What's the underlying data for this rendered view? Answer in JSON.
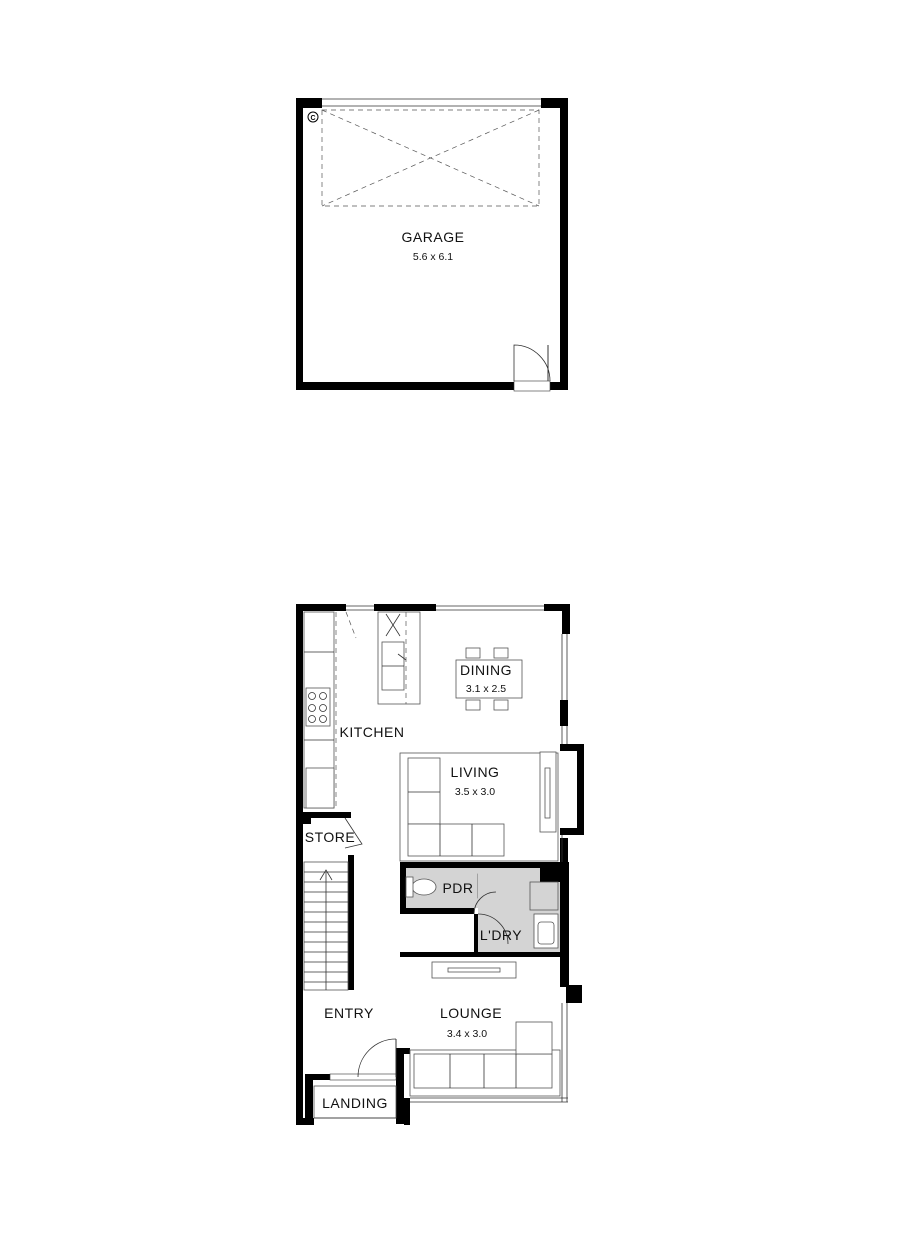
{
  "garage": {
    "name": "GARAGE",
    "size": "5.6 x 6.1",
    "marker": "C"
  },
  "rooms": {
    "dining": {
      "name": "DINING",
      "size": "3.1 x 2.5"
    },
    "kitchen": {
      "name": "KITCHEN"
    },
    "living": {
      "name": "LIVING",
      "size": "3.5 x 3.0"
    },
    "store": {
      "name": "STORE"
    },
    "pdr": {
      "name": "PDR"
    },
    "laundry": {
      "name": "L'DRY"
    },
    "entry": {
      "name": "ENTRY"
    },
    "lounge": {
      "name": "LOUNGE",
      "size": "3.4 x 3.0"
    },
    "landing": {
      "name": "LANDING"
    }
  },
  "colors": {
    "wall": "#000000",
    "wet_area": "#d4d4d4",
    "line": "#555555"
  }
}
